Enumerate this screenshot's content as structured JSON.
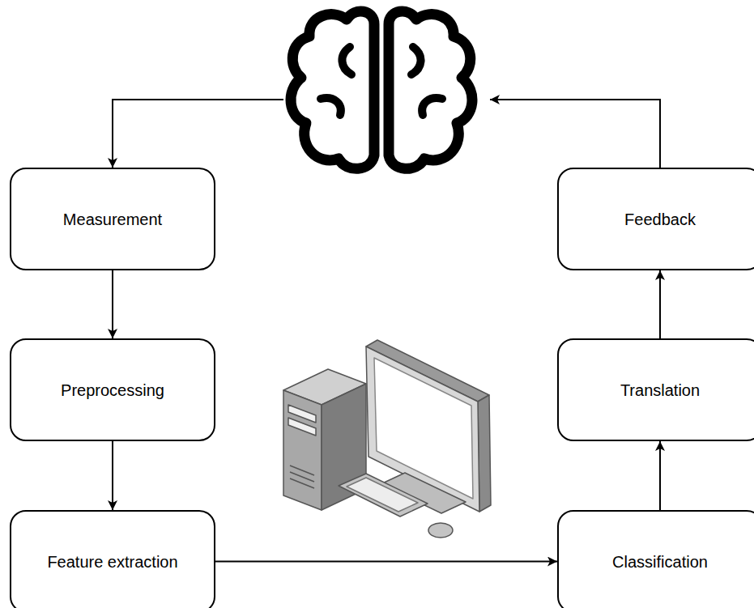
{
  "diagram": {
    "nodes": [
      {
        "text": [
          "Measurement"
        ]
      },
      {
        "text": [
          "Preprocessing"
        ]
      },
      {
        "text": [
          "Feature extraction"
        ]
      },
      {
        "text": [
          "Classification"
        ]
      },
      {
        "text": [
          "Translation"
        ]
      },
      {
        "text": [
          "Feedback"
        ]
      }
    ],
    "edges": [
      {
        "from": 0,
        "to": 1,
        "arrow": "to"
      },
      {
        "from": 1,
        "to": 2,
        "arrow": "to"
      },
      {
        "from": 2,
        "to": 3,
        "arrow": "to"
      },
      {
        "from": 3,
        "to": 4,
        "arrow": "to"
      },
      {
        "from": 4,
        "to": 5,
        "arrow": "to"
      }
    ]
  }
}
